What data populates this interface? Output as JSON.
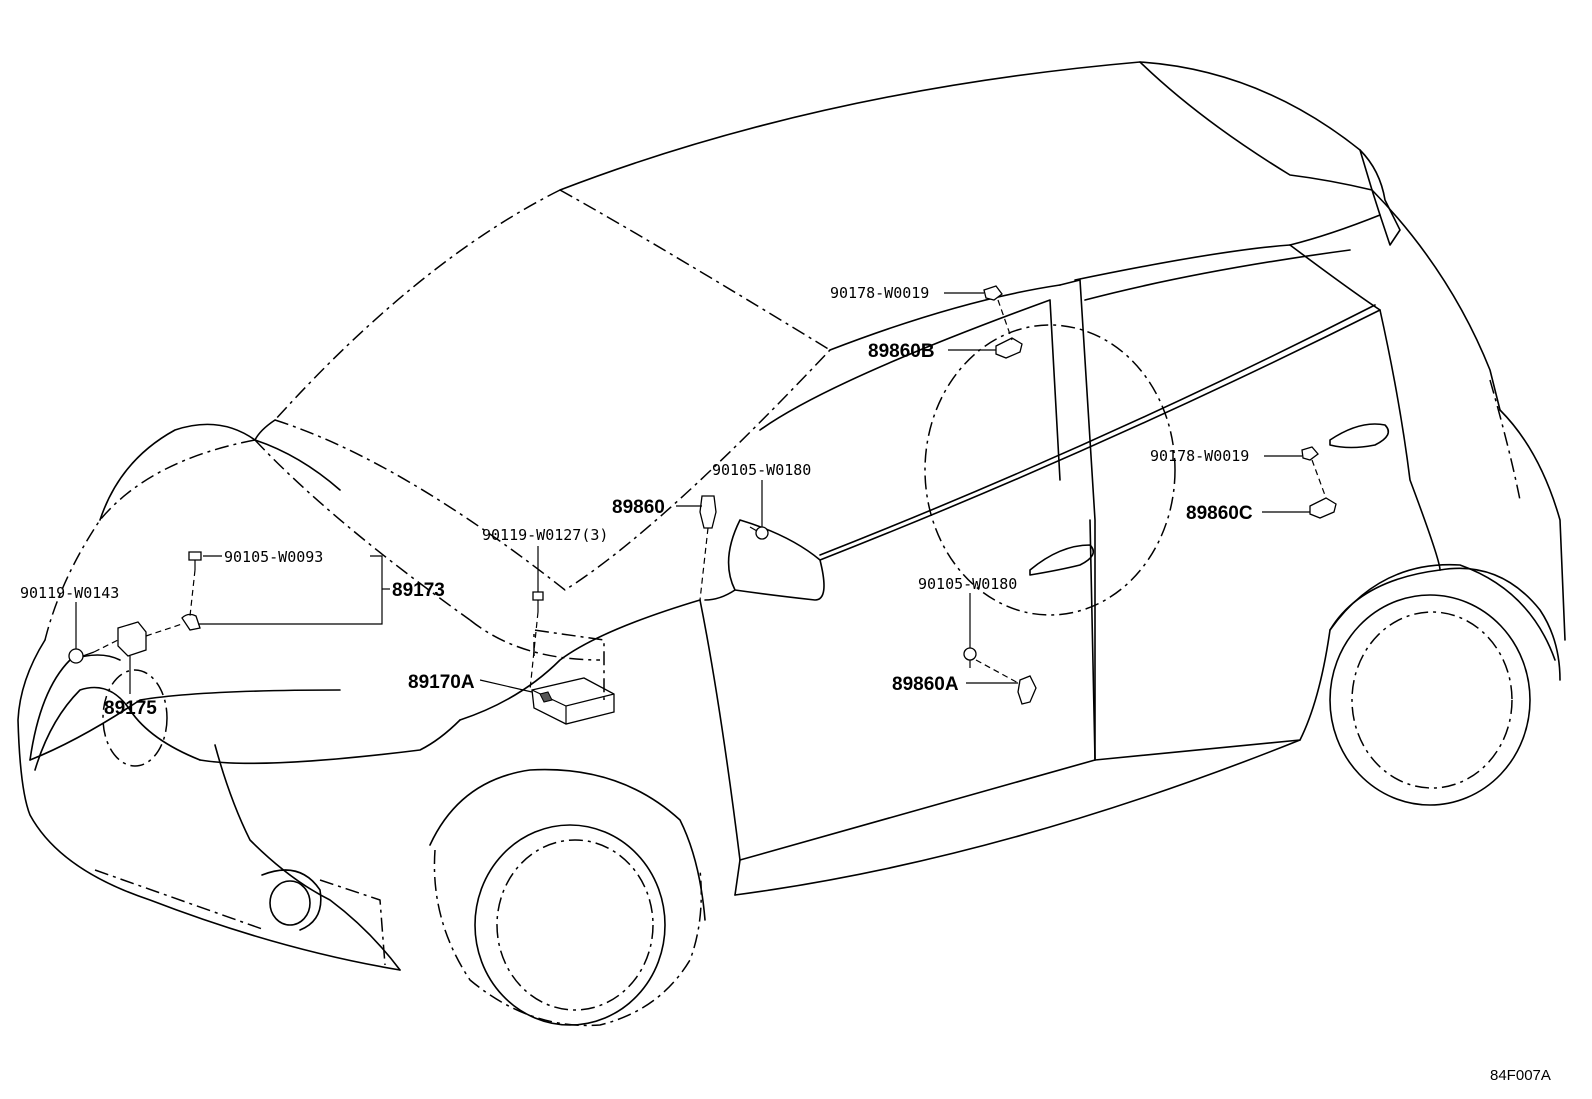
{
  "labels": {
    "p90178_w0019_top": "90178-W0019",
    "p89860b": "89860B",
    "p90178_w0019_right": "90178-W0019",
    "p89860c": "89860C",
    "p90105_w0180_upper": "90105-W0180",
    "p89860": "89860",
    "p90119_w0127": "90119-W0127(3)",
    "p90105_w0093": "90105-W0093",
    "p89173": "89173",
    "p90119_w0143": "90119-W0143",
    "p89175": "89175",
    "p89170a": "89170A",
    "p90105_w0180_lower": "90105-W0180",
    "p89860a": "89860A",
    "figure_code": "84F007A"
  }
}
